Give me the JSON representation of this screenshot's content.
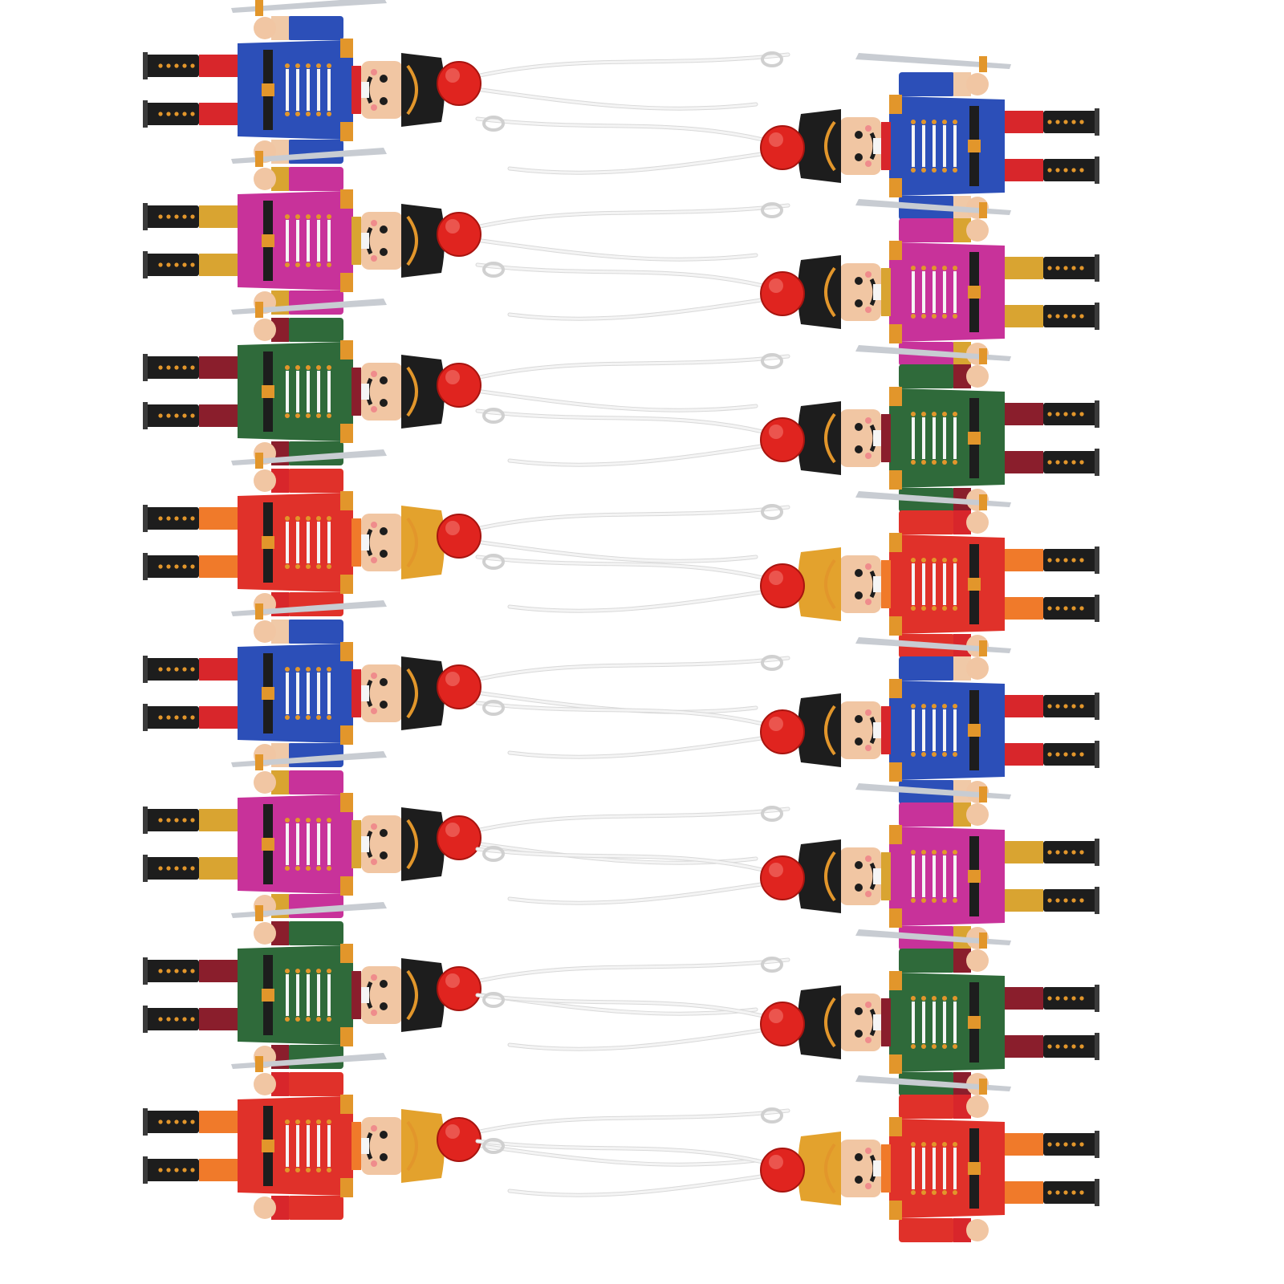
{
  "colors": {
    "background": "#ffffff",
    "bead": "#e0241f",
    "bead_shade": "#a8140f",
    "cord": "#f4f4f4",
    "skin": "#f1c6a3",
    "black": "#1d1d1d",
    "silver": "#c8ccd2",
    "gold": "#e2962b",
    "white_trim": "#f5f5f5"
  },
  "palettes": {
    "blue": {
      "coat": "#2c4fb8",
      "accent": "#d8262b",
      "cuff": "#f0c9a7",
      "hat": "#1d1d1d"
    },
    "pink": {
      "coat": "#c8329a",
      "accent": "#d9a431",
      "cuff": "#d9a431",
      "hat": "#1d1d1d"
    },
    "green": {
      "coat": "#2f6a3a",
      "accent": "#8a1e2c",
      "cuff": "#8a1e2c",
      "hat": "#1d1d1d"
    },
    "red": {
      "coat": "#e0312a",
      "accent": "#f07a2a",
      "cuff": "#d8262b",
      "hat": "#e3a22d"
    }
  },
  "ornaments": [
    {
      "style": "blue",
      "column": "left"
    },
    {
      "style": "pink",
      "column": "left"
    },
    {
      "style": "green",
      "column": "left"
    },
    {
      "style": "red",
      "column": "left"
    },
    {
      "style": "blue",
      "column": "left"
    },
    {
      "style": "pink",
      "column": "left"
    },
    {
      "style": "green",
      "column": "left"
    },
    {
      "style": "red",
      "column": "left"
    },
    {
      "style": "blue",
      "column": "right"
    },
    {
      "style": "pink",
      "column": "right"
    },
    {
      "style": "green",
      "column": "right"
    },
    {
      "style": "red",
      "column": "right"
    },
    {
      "style": "blue",
      "column": "right"
    },
    {
      "style": "pink",
      "column": "right"
    },
    {
      "style": "green",
      "column": "right"
    },
    {
      "style": "red",
      "column": "right"
    }
  ]
}
